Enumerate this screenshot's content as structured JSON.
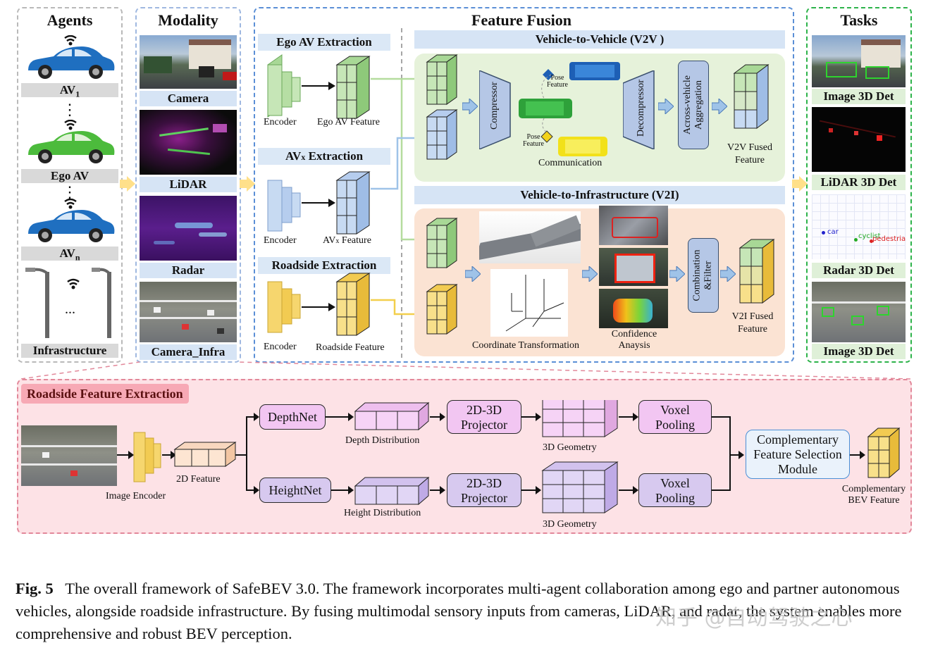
{
  "columns": {
    "agents": "Agents",
    "modality": "Modality",
    "fusion": "Feature Fusion",
    "tasks": "Tasks"
  },
  "agents": {
    "av1_base": "AV",
    "av1_sub": "1",
    "ego": "Ego AV",
    "avn_base": "AV",
    "avn_sub": "n",
    "dots": "⋮",
    "infra_dots": "...",
    "infrastructure": "Infrastructure"
  },
  "modality": [
    "Camera",
    "LiDAR",
    "Radar",
    "Camera_Infra"
  ],
  "extraction": {
    "ego_title": "Ego AV Extraction",
    "avx_title_base": "AV",
    "avx_title_sub": "x",
    "avx_title_rest": " Extraction",
    "road_title": "Roadside Extraction",
    "encoder": "Encoder",
    "ego_feature": "Ego AV Feature",
    "avx_feature_base": "AV",
    "avx_feature_sub": "x",
    "avx_feature_rest": " Feature",
    "road_feature": "Roadside Feature"
  },
  "v2v": {
    "title": "Vehicle-to-Vehicle (V2V )",
    "compressor": "Compressor",
    "pose1": "Pose\nFeature",
    "pose2": "Pose\nFeature",
    "communication": "Communication",
    "decompressor": "Decompressor",
    "aggregation": "Across-vehicle\nAggregation",
    "fused": "V2V Fused\nFeature"
  },
  "v2i": {
    "title": "Vehicle-to-Infrastructure (V2I)",
    "coord": "Coordinate Transformation",
    "confidence": "Confidence\nAnaysis",
    "combo": "Combination\n&Filter",
    "fused": "V2I Fused\nFeature"
  },
  "tasks": {
    "items": [
      "Image 3D Det",
      "LiDAR 3D Det",
      "Radar 3D Det",
      "Image 3D Det"
    ],
    "radar_labels": [
      "car",
      "cyclist",
      "pedestrian"
    ]
  },
  "roadside": {
    "title": "Roadside Feature Extraction",
    "image_encoder": "Image Encoder",
    "feature_2d": "2D Feature",
    "depthnet": "DepthNet",
    "heightnet": "HeightNet",
    "depth_dist": "Depth Distribution",
    "height_dist": "Height Distribution",
    "projector": "2D-3D\nProjector",
    "geometry": "3D Geometry",
    "voxel": "Voxel\nPooling",
    "cfsm": "Complementary\nFeature Selection\nModule",
    "bev": "Complementary\nBEV Feature"
  },
  "caption": {
    "label": "Fig. 5",
    "text": "The overall framework of SafeBEV 3.0. The framework incorporates multi-agent collaboration among ego and partner autonomous vehicles, alongside roadside infrastructure. By fusing multimodal sensory inputs from cameras, LiDAR, and radar, the system enables more comprehensive and robust BEV perception."
  },
  "watermark": "知乎 @自动驾驶之心",
  "colors": {
    "green_dash": "#2db34a",
    "blue_dash": "#5b8fd6",
    "pink_dash": "#e2889a",
    "v2v_bg": "#e6f2da",
    "v2i_bg": "#fbe3d3",
    "roadside_bg": "#fde2e6",
    "arrow": "#ffe08a"
  }
}
